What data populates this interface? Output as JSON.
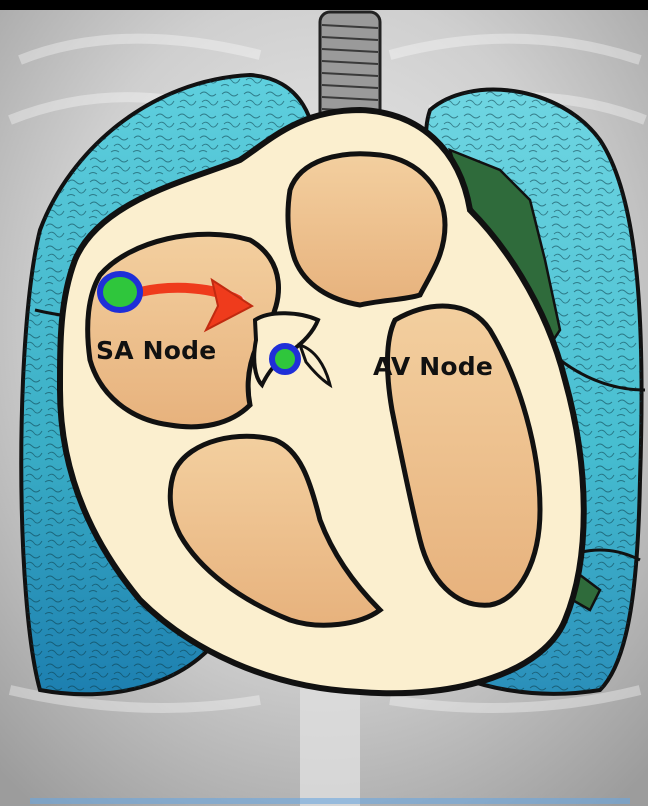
{
  "diagram": {
    "labels": {
      "sa_node": "SA Node",
      "av_node": "AV Node"
    },
    "colors": {
      "xray_background": "#cfcfcf",
      "lung": "#3fb6c9",
      "lung_dark": "#1d86a8",
      "heart_wall": "#fbefcf",
      "heart_chamber": "#eec192",
      "outline": "#111111",
      "node_ring": "#1f2fd8",
      "node_fill": "#2fc63c",
      "signal_arrow": "#ef3b1c",
      "trachea": "#8a8a8a",
      "pulmonary_vessels": "#2f6b3b"
    },
    "icons": [
      "sa-node-marker",
      "av-node-marker",
      "signal-arrow"
    ]
  }
}
